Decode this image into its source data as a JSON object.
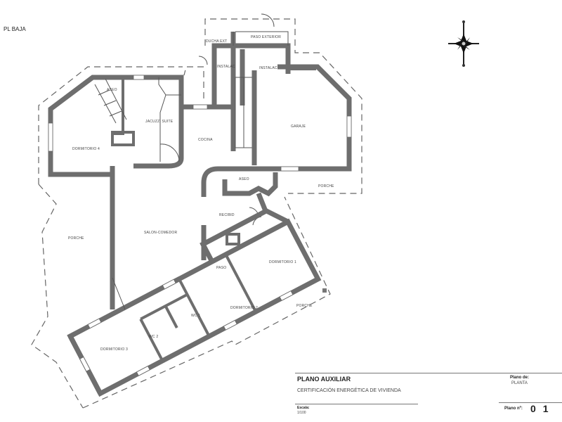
{
  "sheet_label": "PL BAJA",
  "rooms": {
    "ducha_ext": "DUCHA EXT",
    "paso_exterior": "PASO EXTERIOR",
    "instalac_1": "INSTALAC",
    "instalac_2": "INSTALAC",
    "aseo_1": "ASEO",
    "jacuzzi_suite": "JACUZZI SUITE",
    "dormitorio_4": "DORMITORIO 4",
    "cocina": "COCINA",
    "garaje": "GARAJE",
    "porche_garaje": "PORCHE",
    "aseo_2": "ASEO",
    "recibidor": "RECIBID",
    "salon_comedor": "SALON-COMEDOR",
    "porche_oeste": "PORCHE",
    "paso": "PASO",
    "dormitorio_1": "DORMITORIO 1",
    "dormitorio_2": "DORMITORIO 2",
    "wc_1": "WC 1",
    "wc_2": "WC 2",
    "dormitorio_3": "DORMITORIO 3",
    "porche_sur": "PORCHE"
  },
  "compass": {
    "icon": "north-arrow-compass-rose"
  },
  "title_block": {
    "title": "PLANO AUXILIAR",
    "subtitle": "CERTIFICACIÓN ENERGÉTICA DE VIVIENDA",
    "plano_de_label": "Plano de:",
    "plano_de_value": "PLANTA",
    "escala_label": "Escala:",
    "escala_value": "1/100",
    "plano_n_label": "Plano nº:",
    "plano_n_value": "01"
  }
}
